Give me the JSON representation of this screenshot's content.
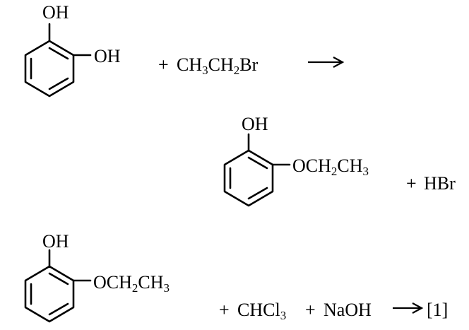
{
  "reaction1": {
    "reactant": {
      "substituent_top": "OH",
      "substituent_right": "OH"
    },
    "reagent": {
      "plus": "+",
      "formula": [
        {
          "t": "CH"
        },
        {
          "t": "3",
          "sub": true
        },
        {
          "t": "CH"
        },
        {
          "t": "2",
          "sub": true
        },
        {
          "t": "Br"
        }
      ]
    },
    "arrow": "⟶",
    "product": {
      "substituent_top": "OH",
      "substituent_right": [
        {
          "t": "OCH"
        },
        {
          "t": "2",
          "sub": true
        },
        {
          "t": "CH"
        },
        {
          "t": "3",
          "sub": true
        }
      ]
    },
    "byproduct": {
      "plus": "+",
      "formula": "HBr"
    }
  },
  "reaction2": {
    "reactant": {
      "substituent_top": "OH",
      "substituent_right": [
        {
          "t": "OCH"
        },
        {
          "t": "2",
          "sub": true
        },
        {
          "t": "CH"
        },
        {
          "t": "3",
          "sub": true
        }
      ]
    },
    "reagents": {
      "plus1": "+",
      "formula1": [
        {
          "t": "CHCl"
        },
        {
          "t": "3",
          "sub": true
        }
      ],
      "plus2": "+",
      "formula2": "NaOH"
    },
    "arrow": "⟶",
    "product_label": "[1]"
  },
  "colors": {
    "ink": "#000000",
    "background": "#ffffff"
  }
}
